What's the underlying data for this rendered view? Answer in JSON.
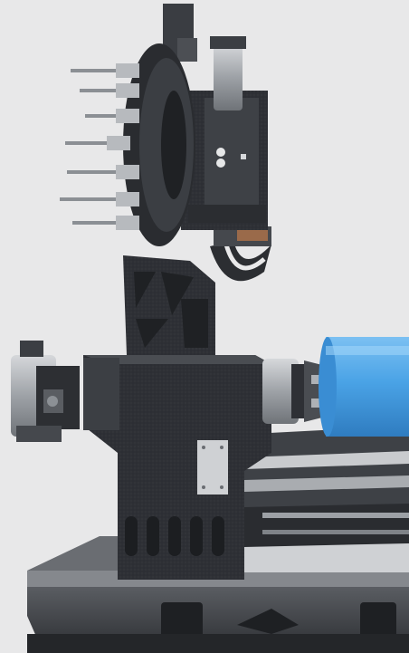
{
  "scene": {
    "subject": "machine-tool-lathe-cutaway",
    "colors": {
      "background": "#e8e8e9",
      "machine_dark": "#2b2d31",
      "machine_mid": "#3a3d42",
      "machine_light": "#55585e",
      "steel": "#b9bcc0",
      "steel_dark": "#7f8388",
      "workpiece_blue": "#4aa3e6",
      "workpiece_blue_light": "#8ccaf7",
      "copper": "#9a6a4a"
    },
    "components": [
      "tool-turret",
      "turret-housing",
      "slant-column",
      "headstock",
      "chuck",
      "workpiece",
      "machine-bed",
      "base-frame",
      "linear-guideways"
    ]
  }
}
